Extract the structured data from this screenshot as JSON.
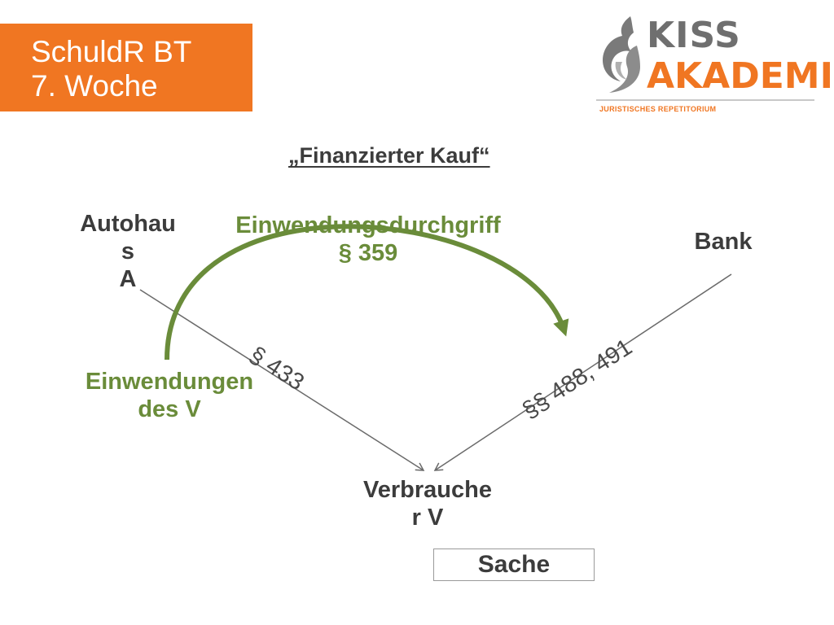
{
  "title": {
    "line1": "SchuldR BT",
    "line2": "7. Woche"
  },
  "logo": {
    "word1": "KISS",
    "word2": "AKADEMIE",
    "tagline": "JURISTISCHES REPETITORIUM"
  },
  "heading": "„Finanzierter Kauf“",
  "nodes": {
    "autohaus": [
      "Autohau",
      "s",
      "A"
    ],
    "bank": "Bank",
    "verbraucher": [
      "Verbrauche",
      "r V"
    ]
  },
  "relations": {
    "autohaus_to_verbraucher": "§ 433",
    "bank_to_verbraucher": "§§ 488, 491"
  },
  "durchgriff": {
    "line1": "Einwendungsdurchgriff",
    "line2": "§ 359"
  },
  "einwendungen": {
    "line1": "Einwendungen",
    "line2": "des V"
  },
  "sache": "Sache",
  "colors": {
    "accent": "#f07622",
    "green": "#6a8c3a",
    "text": "#3c3c3c"
  }
}
